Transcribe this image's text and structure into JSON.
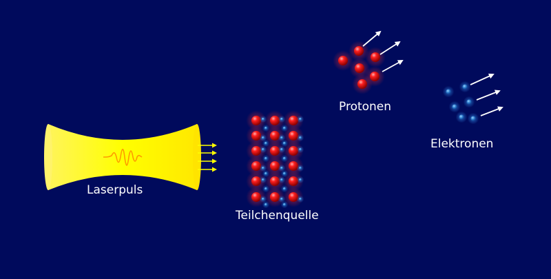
{
  "labels": {
    "laser": "Laserpuls",
    "source": "Teilchenquelle",
    "protons": "Protonen",
    "electrons": "Elektronen"
  },
  "colors": {
    "background": "#000a5c",
    "laser": "#ffff00",
    "laser_wave": "#ff9900",
    "proton": "#e00000",
    "proton_glow": "#ff3030",
    "electron": "#2f7fd0",
    "electron_glow": "#3aa0ff",
    "arrow": "#ffffff",
    "laser_arrow": "#ffff00"
  },
  "icons": [
    "laser-beam-icon",
    "laser-arrow-icon",
    "proton-icon",
    "electron-icon",
    "arrow-icon"
  ]
}
